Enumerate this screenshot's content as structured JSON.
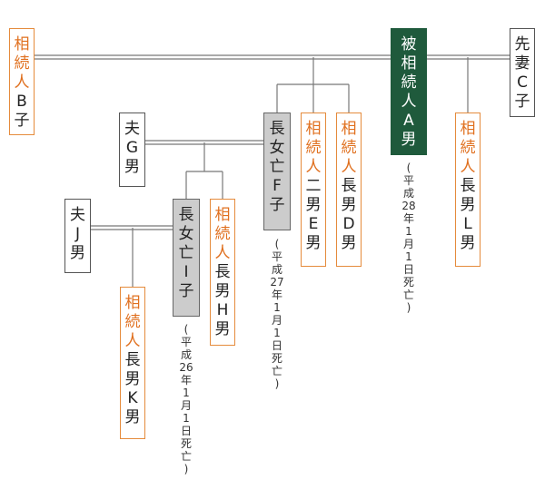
{
  "people": {
    "heir_b": {
      "role": [
        "相",
        "続",
        "人"
      ],
      "name": [
        "B",
        "子"
      ]
    },
    "decedent_a": {
      "role": [
        "被",
        "相",
        "続",
        "人"
      ],
      "name": [
        "A",
        "男"
      ],
      "note": [
        "(",
        "平",
        "成",
        "28",
        "年",
        "1",
        "月",
        "1",
        "日",
        "死",
        "亡",
        ")"
      ]
    },
    "wife_c": {
      "name": [
        "先",
        "妻",
        "C",
        "子"
      ]
    },
    "heir_l": {
      "role": [
        "相",
        "続",
        "人"
      ],
      "name": [
        "長",
        "男",
        "L",
        "男"
      ]
    },
    "husband_g": {
      "name": [
        "夫",
        "G",
        "男"
      ]
    },
    "daughter_f": {
      "name": [
        "長",
        "女",
        "亡",
        "F",
        "子"
      ],
      "note": [
        "(",
        "平",
        "成",
        "27",
        "年",
        "1",
        "月",
        "1",
        "日",
        "死",
        "亡",
        ")"
      ]
    },
    "heir_e": {
      "role": [
        "相",
        "続",
        "人"
      ],
      "name": [
        "二",
        "男",
        "E",
        "男"
      ]
    },
    "heir_d": {
      "role": [
        "相",
        "続",
        "人"
      ],
      "name": [
        "長",
        "男",
        "D",
        "男"
      ]
    },
    "husband_j": {
      "name": [
        "夫",
        "J",
        "男"
      ]
    },
    "daughter_i": {
      "name": [
        "長",
        "女",
        "亡",
        "I",
        "子"
      ],
      "note": [
        "(",
        "平",
        "成",
        "26",
        "年",
        "1",
        "月",
        "1",
        "日",
        "死",
        "亡",
        ")"
      ]
    },
    "heir_h": {
      "role": [
        "相",
        "続",
        "人"
      ],
      "name": [
        "長",
        "男",
        "H",
        "男"
      ]
    },
    "heir_k": {
      "role": [
        "相",
        "続",
        "人"
      ],
      "name": [
        "長",
        "男",
        "K",
        "男"
      ]
    }
  },
  "colors": {
    "heir_border": "#e58b3c",
    "heir_role_text": "#e0701f",
    "decedent_fill": "#1f5a3c",
    "deceased_fill": "#cccccc",
    "line": "#777777"
  }
}
